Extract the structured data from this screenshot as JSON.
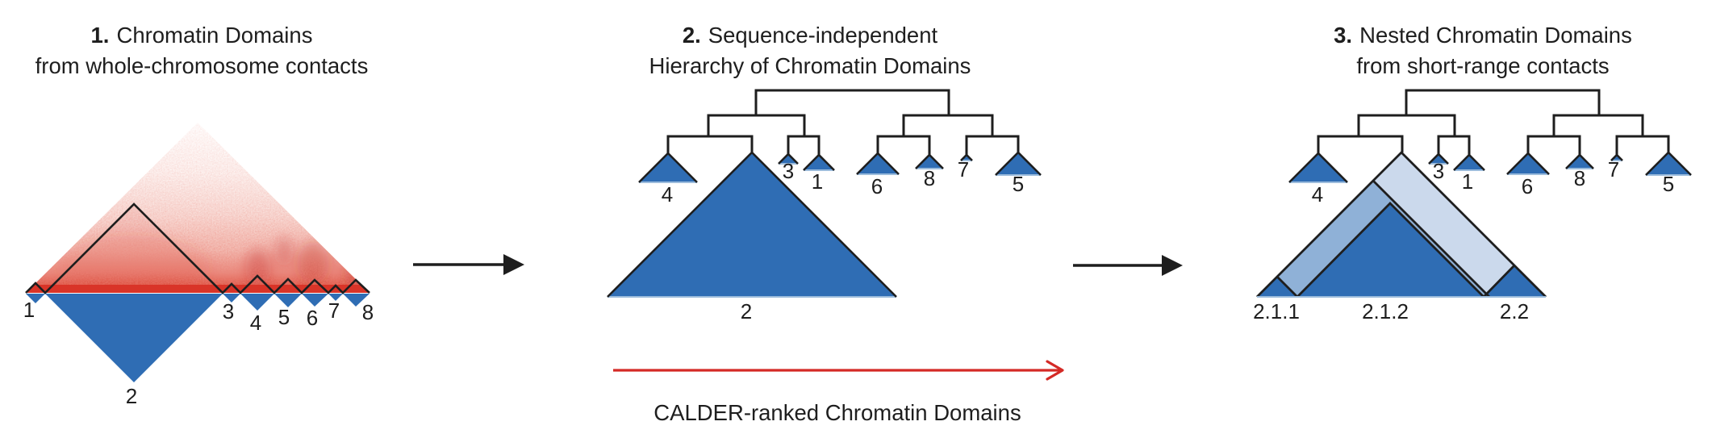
{
  "figure": {
    "panel1": {
      "title": {
        "number": "1.",
        "line1": "Chromatin Domains",
        "line2": "from whole-chromosome contacts"
      },
      "domain_labels": [
        "1",
        "2",
        "3",
        "4",
        "5",
        "6",
        "7",
        "8"
      ]
    },
    "panel2": {
      "title": {
        "number": "2.",
        "line1": "Sequence-independent",
        "line2": "Hierarchy of Chromatin Domains"
      },
      "leaf_labels": [
        "4",
        "2",
        "3",
        "1",
        "6",
        "8",
        "7",
        "5"
      ]
    },
    "panel3": {
      "title": {
        "number": "3.",
        "line1": "Nested Chromatin Domains",
        "line2": "from short-range contacts"
      },
      "leaf_labels": [
        "4",
        "3",
        "1",
        "6",
        "8",
        "7",
        "5"
      ],
      "nested_labels": [
        "2.1.1",
        "2.1.2",
        "2.2"
      ]
    },
    "calder": {
      "caption": "CALDER-ranked Chromatin Domains"
    },
    "colors": {
      "domain_blue": "#2f6db4",
      "nested_medium_blue": "#8fb1d7",
      "nested_light_blue": "#cbd9ec",
      "heatmap_red": "#d93428",
      "arrow_red": "#d42a26",
      "ink": "#1e1e1e"
    }
  }
}
